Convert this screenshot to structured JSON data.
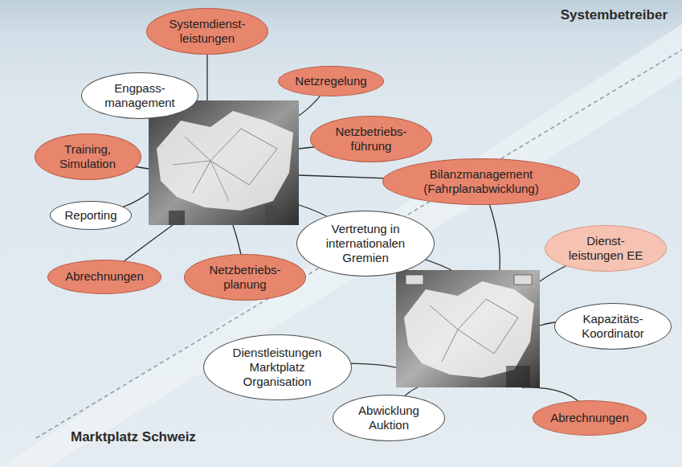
{
  "diagram": {
    "nodes": [
      {
        "text": [
          "Systemdienst- leistungen"
        ]
      },
      {
        "text": [
          "Netzregelung"
        ]
      },
      {
        "text": [
          "Engpass- management"
        ]
      },
      {
        "text": [
          "Training, Simulation"
        ]
      },
      {
        "text": [
          "Netzbetriebs- führung"
        ]
      },
      {
        "text": [
          "Reporting"
        ]
      },
      {
        "text": [
          "Bilanzmanagement (Fahrplanabwicklung)"
        ]
      },
      {
        "text": [
          "Vertretung in internationalen Gremien"
        ]
      },
      {
        "text": [
          "Dienst- leistungen EE"
        ]
      },
      {
        "text": [
          "Abrechnungen"
        ]
      },
      {
        "text": [
          "Netzbetriebs- planung"
        ]
      },
      {
        "text": [
          "Kapazitäts- Koordinator"
        ]
      },
      {
        "text": [
          "Dienstleistungen Marktplatz Organisation"
        ]
      },
      {
        "text": [
          "Abwicklung Auktion"
        ]
      },
      {
        "text": [
          "Abrechnungen"
        ]
      }
    ],
    "labels": [
      "Systembetreiber",
      "Marktplatz Schweiz"
    ]
  }
}
